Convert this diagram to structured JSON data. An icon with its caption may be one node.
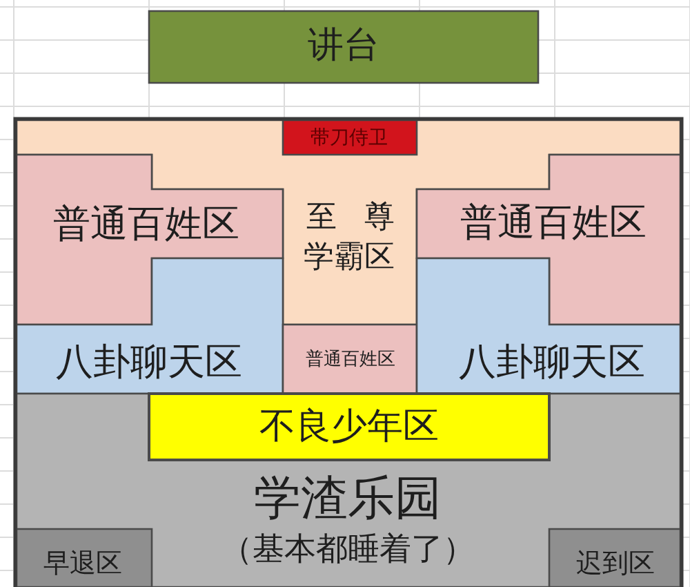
{
  "diagram": {
    "nodes": [
      {
        "text": [
          "讲台"
        ]
      },
      {
        "text": [
          "至尊学霸区"
        ]
      },
      {
        "text": [
          "带刀侍卫"
        ],
        "in": 1
      },
      {
        "text": [
          "普通百姓区"
        ]
      },
      {
        "text": [
          "普通百姓区"
        ]
      },
      {
        "text": [
          "八卦聊天区"
        ]
      },
      {
        "text": [
          "普通百姓区"
        ]
      },
      {
        "text": [
          "八卦聊天区"
        ]
      },
      {
        "text": [
          "学渣乐园",
          "（基本都睡着了）"
        ]
      },
      {
        "text": [
          "不良少年区"
        ],
        "in": 8
      },
      {
        "text": [
          "早退区"
        ],
        "in": 8
      },
      {
        "text": [
          "迟到区"
        ],
        "in": 8
      }
    ]
  }
}
